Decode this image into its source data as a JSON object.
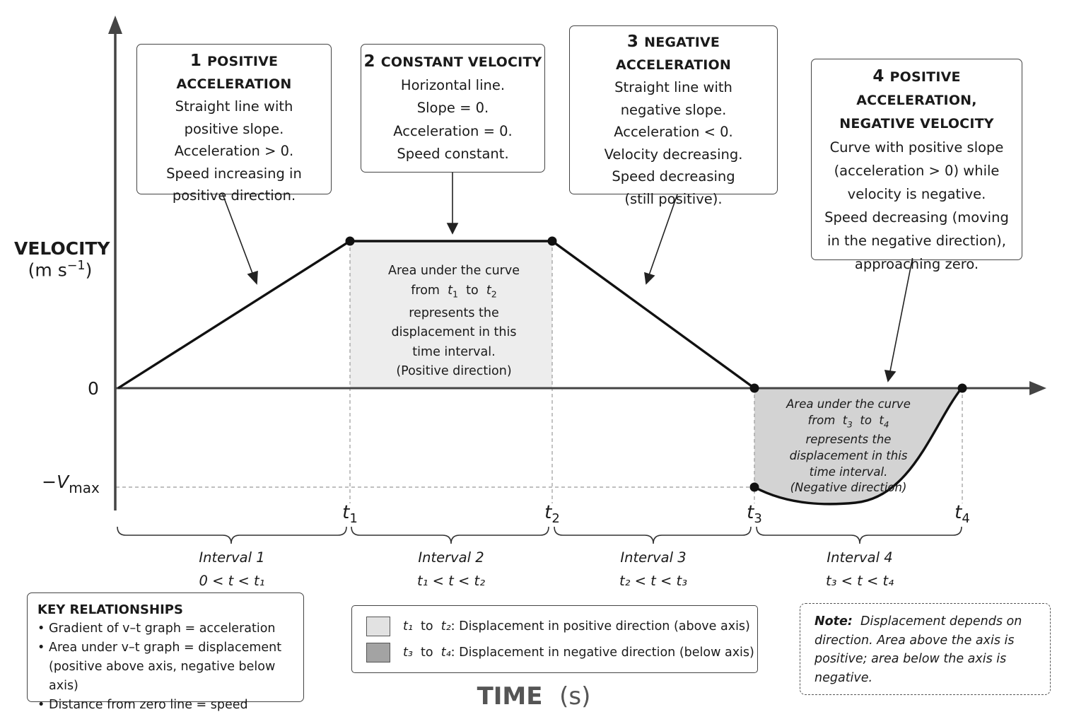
{
  "colors": {
    "axis": "#444444",
    "curve": "#111111",
    "fill_positive": "#ededed",
    "fill_negative": "#d3d3d3",
    "guide": "#9a9a9a"
  },
  "axes": {
    "y_title": "VELOCITY",
    "y_unit_base": "(m s",
    "y_unit_exp": "−1",
    "y_unit_close": ")",
    "x_title": "TIME",
    "x_unit": "(s)",
    "zero_label": "0",
    "vmax_prefix": "−V",
    "vmax_sub": "max"
  },
  "time_marks": [
    {
      "base": "t",
      "sub": "1"
    },
    {
      "base": "t",
      "sub": "2"
    },
    {
      "base": "t",
      "sub": "3"
    },
    {
      "base": "t",
      "sub": "4"
    }
  ],
  "callouts": {
    "c1": {
      "num": "1",
      "title": "POSITIVE ACCELERATION",
      "lines": [
        "Straight line with",
        "positive slope.",
        "Acceleration > 0.",
        "Speed increasing in",
        "positive direction."
      ]
    },
    "c2": {
      "num": "2",
      "title": "CONSTANT VELOCITY",
      "lines": [
        "Horizontal line.",
        "Slope = 0.",
        "Acceleration = 0.",
        "Speed constant."
      ]
    },
    "c3": {
      "num": "3",
      "title": "NEGATIVE ACCELERATION",
      "lines": [
        "Straight line with",
        "negative slope.",
        "Acceleration < 0.",
        "Velocity decreasing.",
        "Speed decreasing",
        "(still positive)."
      ]
    },
    "c4": {
      "num": "4",
      "title_a": "POSITIVE ACCELERATION,",
      "title_b": "NEGATIVE VELOCITY",
      "lines": [
        "Curve with positive slope",
        "(acceleration > 0) while",
        "velocity is negative.",
        "Speed decreasing (moving",
        "in the negative direction),",
        "approaching zero."
      ]
    }
  },
  "area_pos": {
    "l1": "Area under the curve",
    "from": "from",
    "to": "to",
    "l3": "represents the",
    "l4": "displacement in this",
    "l5": "time interval.",
    "l6": "(Positive direction)"
  },
  "area_neg": {
    "l1": "Area under the curve",
    "from": "from",
    "to": "to",
    "l3": "represents the",
    "l4": "displacement in this",
    "l5": "time interval.",
    "l6": "(Negative direction)"
  },
  "intervals": [
    {
      "name": "Interval 1",
      "range": "0 < t < t₁"
    },
    {
      "name": "Interval 2",
      "range": "t₁ < t < t₂"
    },
    {
      "name": "Interval 3",
      "range": "t₂ < t < t₃"
    },
    {
      "name": "Interval 4",
      "range": "t₃ < t < t₄"
    }
  ],
  "key": {
    "title": "KEY RELATIONSHIPS",
    "items": [
      "Gradient of v–t graph = acceleration",
      "Area under v–t graph = displacement",
      "(positive above axis, negative below axis)",
      "Distance from zero line = speed"
    ]
  },
  "legend": {
    "pos": {
      "from": "t₁",
      "to_word": "to",
      "to": "t₂",
      "text": ": Displacement in positive direction (above axis)"
    },
    "neg": {
      "from": "t₃",
      "to_word": "to",
      "to": "t₄",
      "text": ": Displacement in negative direction (below axis)"
    }
  },
  "note": {
    "bold": "Note:",
    "text": "Displacement depends on direction. Area above the axis is positive; area below the axis is negative."
  }
}
